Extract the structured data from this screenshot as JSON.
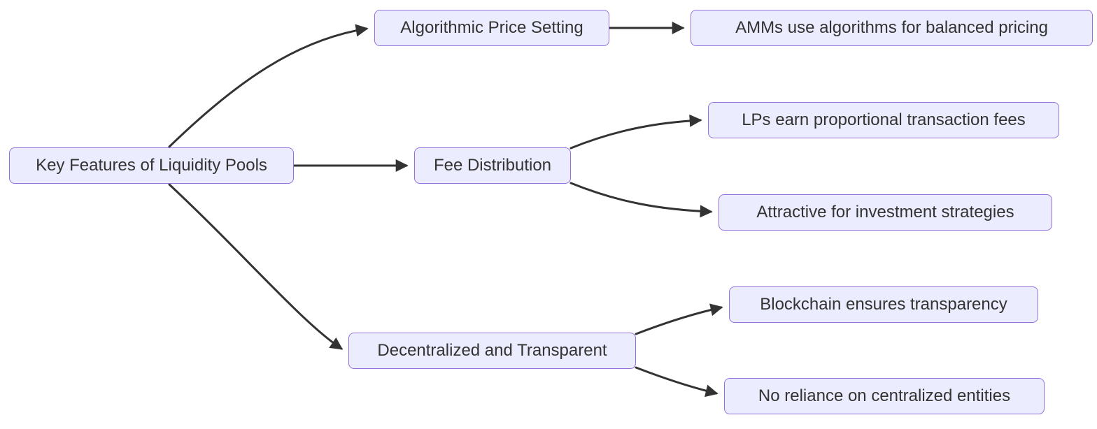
{
  "diagram": {
    "type": "flowchart-left-to-right",
    "root": {
      "id": "root",
      "label": "Key Features of Liquidity Pools"
    },
    "branches": [
      {
        "id": "algorithmic-price-setting",
        "label": "Algorithmic Price Setting",
        "children": [
          {
            "id": "amms-balanced-pricing",
            "label": "AMMs use algorithms for balanced pricing"
          }
        ]
      },
      {
        "id": "fee-distribution",
        "label": "Fee Distribution",
        "children": [
          {
            "id": "lps-earn-fees",
            "label": "LPs earn proportional transaction fees"
          },
          {
            "id": "attractive-strategies",
            "label": "Attractive for investment strategies"
          }
        ]
      },
      {
        "id": "decentralized-transparent",
        "label": "Decentralized and Transparent",
        "children": [
          {
            "id": "blockchain-transparency",
            "label": "Blockchain ensures transparency"
          },
          {
            "id": "no-central-reliance",
            "label": "No reliance on centralized entities"
          }
        ]
      }
    ],
    "edges": [
      {
        "from": "root",
        "to": "algorithmic-price-setting"
      },
      {
        "from": "root",
        "to": "fee-distribution"
      },
      {
        "from": "root",
        "to": "decentralized-transparent"
      },
      {
        "from": "algorithmic-price-setting",
        "to": "amms-balanced-pricing"
      },
      {
        "from": "fee-distribution",
        "to": "lps-earn-fees"
      },
      {
        "from": "fee-distribution",
        "to": "attractive-strategies"
      },
      {
        "from": "decentralized-transparent",
        "to": "blockchain-transparency"
      },
      {
        "from": "decentralized-transparent",
        "to": "no-central-reliance"
      }
    ],
    "colors": {
      "node_fill": "#ECECFF",
      "node_border": "#9370DB",
      "text": "#333333",
      "edge": "#333333",
      "background": "#FFFFFF"
    }
  }
}
